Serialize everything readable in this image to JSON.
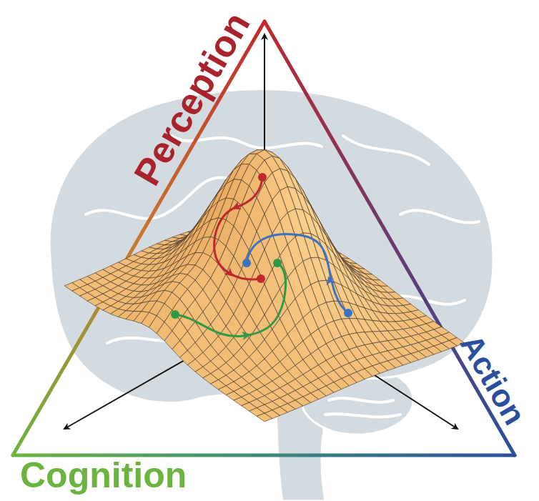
{
  "diagram": {
    "labels": [
      "Perception",
      "Action",
      "Cognition"
    ]
  }
}
